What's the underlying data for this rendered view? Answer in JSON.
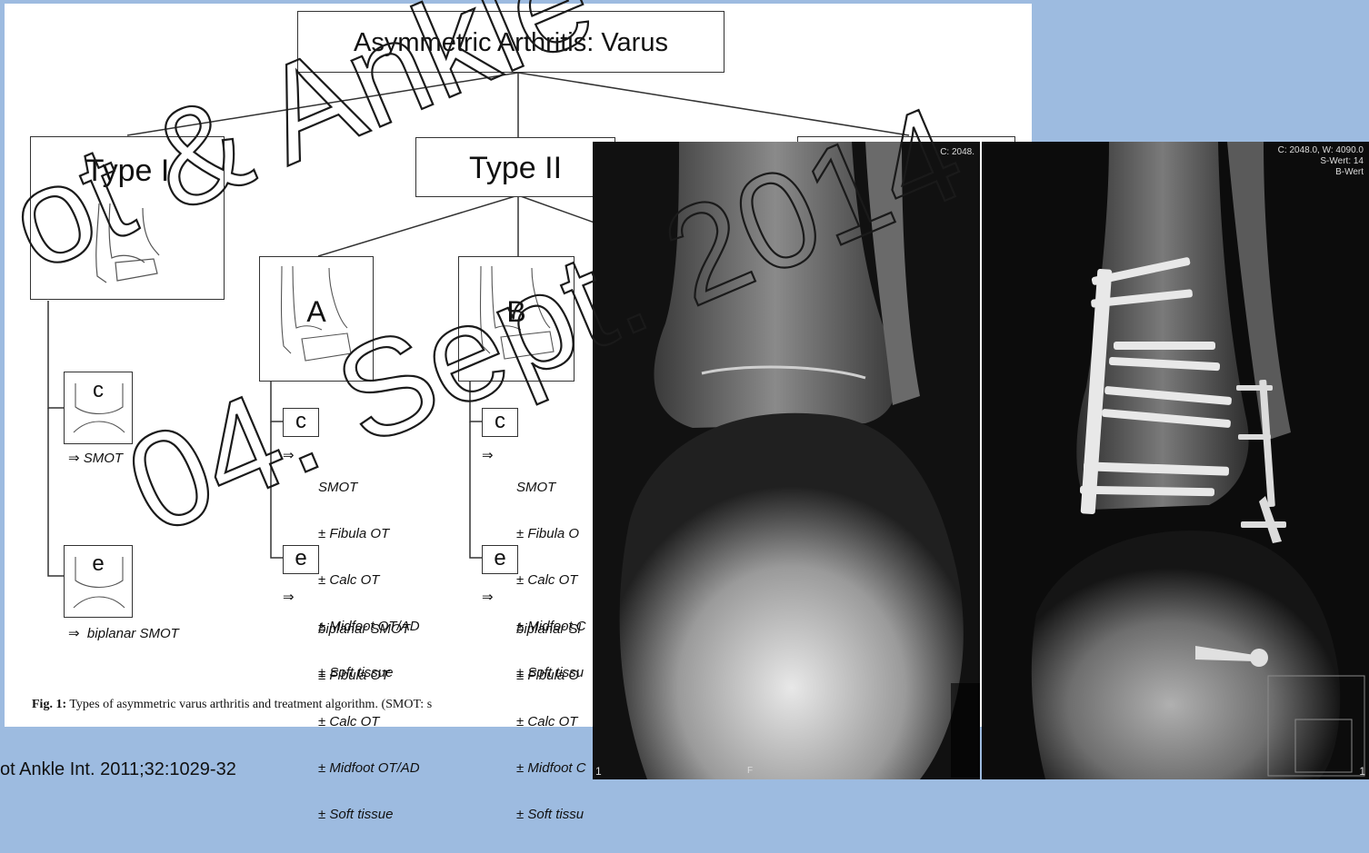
{
  "diagram": {
    "title": "Asymmetric Arthritis: Varus",
    "type1_label": "Type I",
    "type2_label": "Type II",
    "subtype_a": "A",
    "subtype_b": "B",
    "leaf_c": "c",
    "leaf_e": "e",
    "arrow": "⇒",
    "type1_c_treatment": "SMOT",
    "type1_e_treatment": "biplanar SMOT",
    "a_c_treatments": [
      "SMOT",
      "± Fibula OT",
      "± Calc OT",
      "± Midfoot OT/AD",
      "± Soft tissue"
    ],
    "a_e_treatments": [
      "biplanar SMOT",
      "± Fibula OT",
      "± Calc OT",
      "± Midfoot OT/AD",
      "± Soft tissue"
    ],
    "b_c_treatments": [
      "SMOT",
      "± Fibula O",
      "± Calc OT",
      "± Midfoot C",
      "± Soft tissu"
    ],
    "b_e_treatments": [
      "biplanar Sl",
      "± Fibula O",
      "± Calc OT",
      "± Midfoot C",
      "± Soft tissu"
    ],
    "caption_bold": "Fig. 1:",
    "caption_text": " Types of asymmetric varus arthritis and treatment algorithm. (SMOT: s"
  },
  "xray_left": {
    "corner_text": "C: 2048.",
    "bottom_left": "1",
    "bottom_mid": "F"
  },
  "xray_right": {
    "corner_line1": "C: 2048.0, W: 4090.0",
    "corner_line2": "S-Wert: 14",
    "corner_line3": "B-Wert",
    "bottom_right": "1"
  },
  "citation": "ot Ankle Int. 2011;32:1029-32",
  "watermark": {
    "line1": "ot & Ankle",
    "line2": "04. Sept. 2014"
  },
  "colors": {
    "background": "#9dbbe0",
    "panel": "#ffffff",
    "line": "#333333",
    "implant": "#e8e8e8"
  }
}
